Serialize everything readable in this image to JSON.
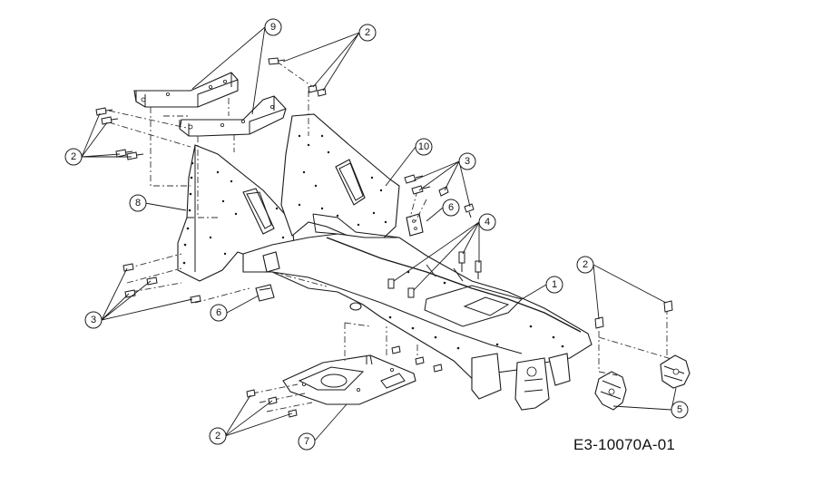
{
  "diagram": {
    "drawing_code": "E3-10070A-01",
    "callouts": [
      "9",
      "2",
      "2",
      "10",
      "3",
      "8",
      "6",
      "4",
      "2",
      "1",
      "3",
      "6",
      "5",
      "2",
      "7"
    ]
  }
}
